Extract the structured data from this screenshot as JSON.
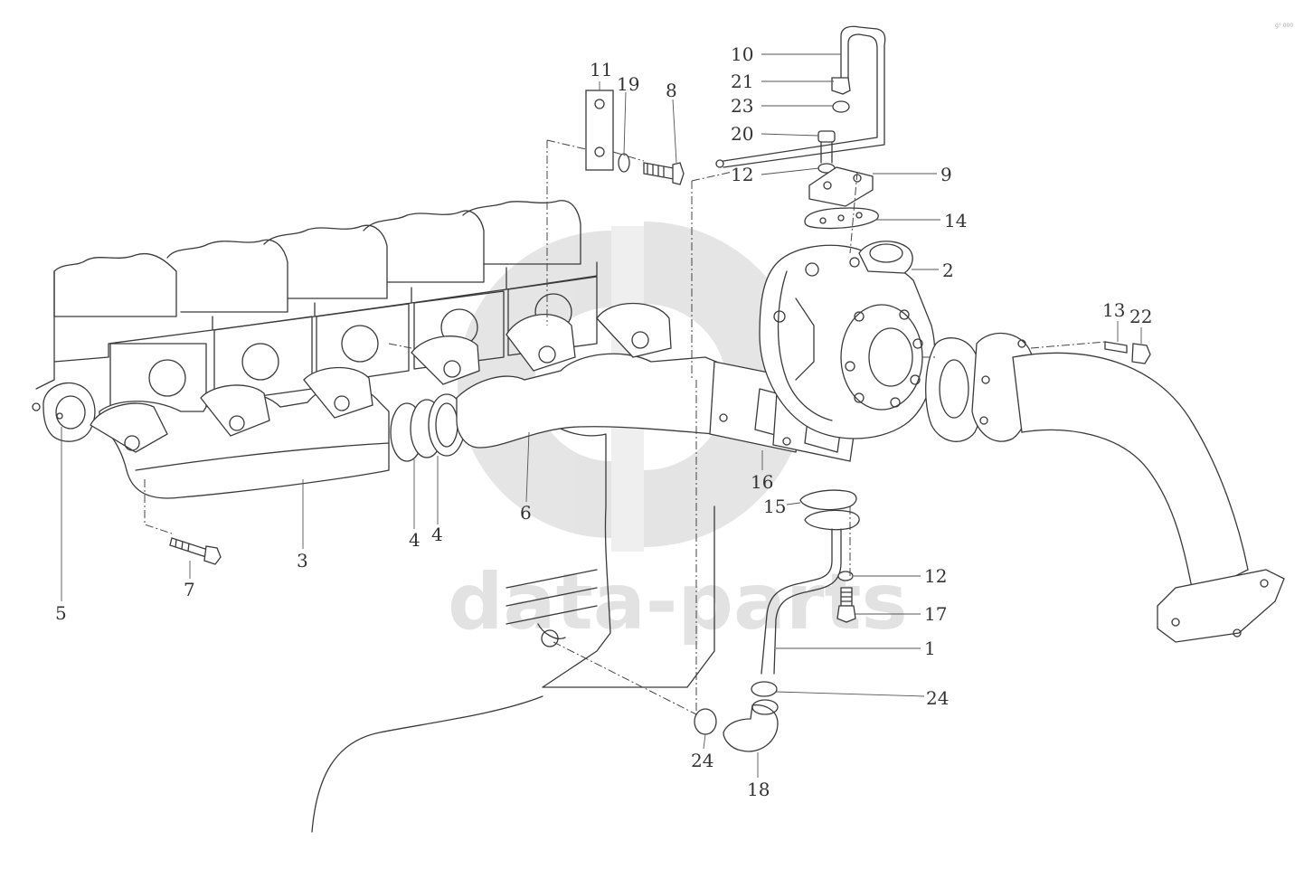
{
  "watermark": {
    "text": "data-parts",
    "color": "#9a9a9a"
  },
  "corner_mark": "g° 000",
  "callouts": [
    {
      "id": "c10",
      "label": "10"
    },
    {
      "id": "c21",
      "label": "21"
    },
    {
      "id": "c23",
      "label": "23"
    },
    {
      "id": "c20",
      "label": "20"
    },
    {
      "id": "c12a",
      "label": "12"
    },
    {
      "id": "c9",
      "label": "9"
    },
    {
      "id": "c14",
      "label": "14"
    },
    {
      "id": "c2",
      "label": "2"
    },
    {
      "id": "c11",
      "label": "11"
    },
    {
      "id": "c19",
      "label": "19"
    },
    {
      "id": "c8",
      "label": "8"
    },
    {
      "id": "c13",
      "label": "13"
    },
    {
      "id": "c22",
      "label": "22"
    },
    {
      "id": "c16",
      "label": "16"
    },
    {
      "id": "c15",
      "label": "15"
    },
    {
      "id": "c12b",
      "label": "12"
    },
    {
      "id": "c17",
      "label": "17"
    },
    {
      "id": "c1",
      "label": "1"
    },
    {
      "id": "c24a",
      "label": "24"
    },
    {
      "id": "c24b",
      "label": "24"
    },
    {
      "id": "c18",
      "label": "18"
    },
    {
      "id": "c6",
      "label": "6"
    },
    {
      "id": "c4a",
      "label": "4"
    },
    {
      "id": "c4b",
      "label": "4"
    },
    {
      "id": "c3",
      "label": "3"
    },
    {
      "id": "c7",
      "label": "7"
    },
    {
      "id": "c5",
      "label": "5"
    }
  ]
}
